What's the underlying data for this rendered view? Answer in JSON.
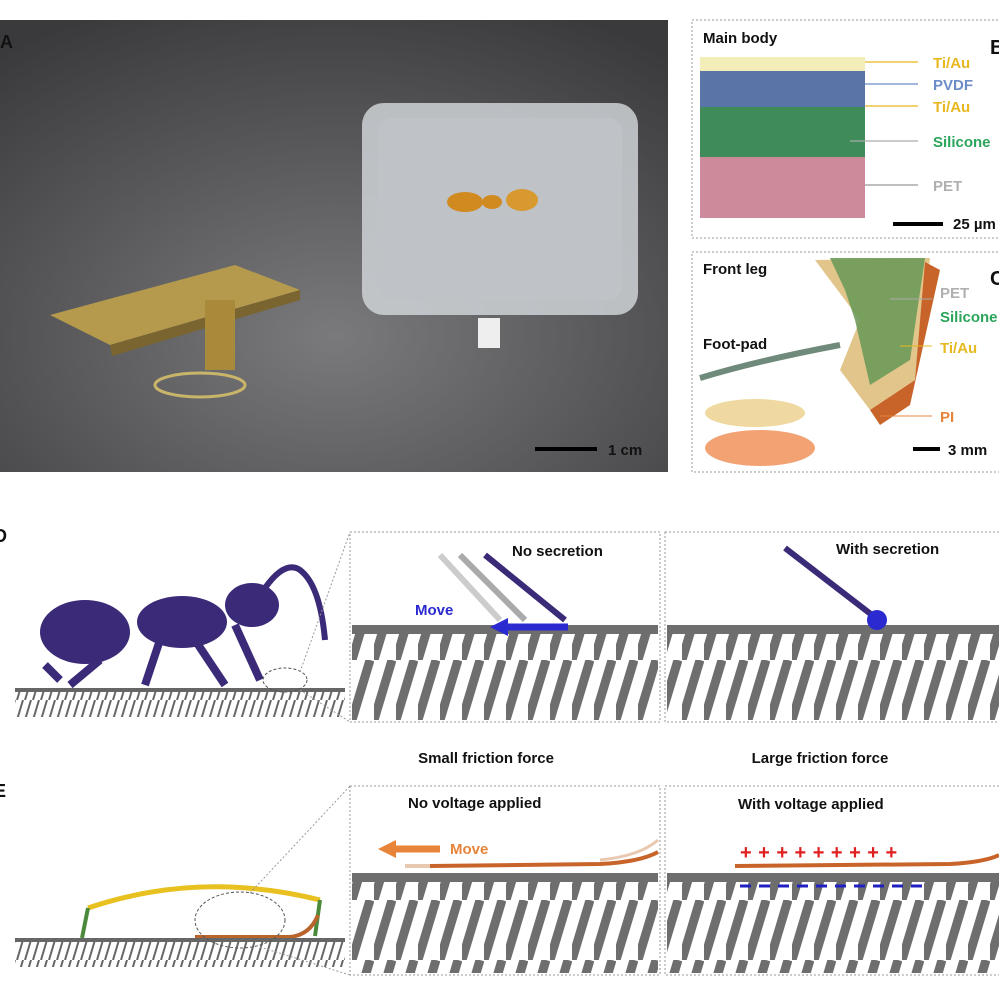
{
  "panels": {
    "A": {
      "label": "A",
      "scale_bar": "1 cm"
    },
    "B": {
      "label": "B",
      "title": "Main body",
      "layers": [
        "Ti/Au",
        "PVDF",
        "Ti/Au",
        "Silicone",
        "PET"
      ],
      "scale_bar": "25 µm"
    },
    "C": {
      "label": "C",
      "title": "Front leg",
      "subtitle": "Foot-pad",
      "layers": [
        "PET",
        "Silicone",
        "Ti/Au",
        "PI"
      ],
      "scale_bar": "3 mm"
    },
    "D": {
      "label": "D",
      "left_box_title": "No secretion",
      "move_label": "Move",
      "right_box_title": "With secretion"
    },
    "E": {
      "label": "E",
      "small_friction": "Small friction force",
      "large_friction": "Large friction force",
      "left_box_title": "No voltage applied",
      "move_label": "Move",
      "right_box_title": "With voltage applied"
    }
  },
  "colors": {
    "gold": "#e8b820",
    "blue": "#6b8cc7",
    "green": "#2aa55a",
    "gray": "#b0b0b0",
    "orange": "#e8843a",
    "ant": "#3b2a78",
    "arrow_blue": "#2a2ad0",
    "plus": "#e02020",
    "minus": "#2020c0"
  }
}
